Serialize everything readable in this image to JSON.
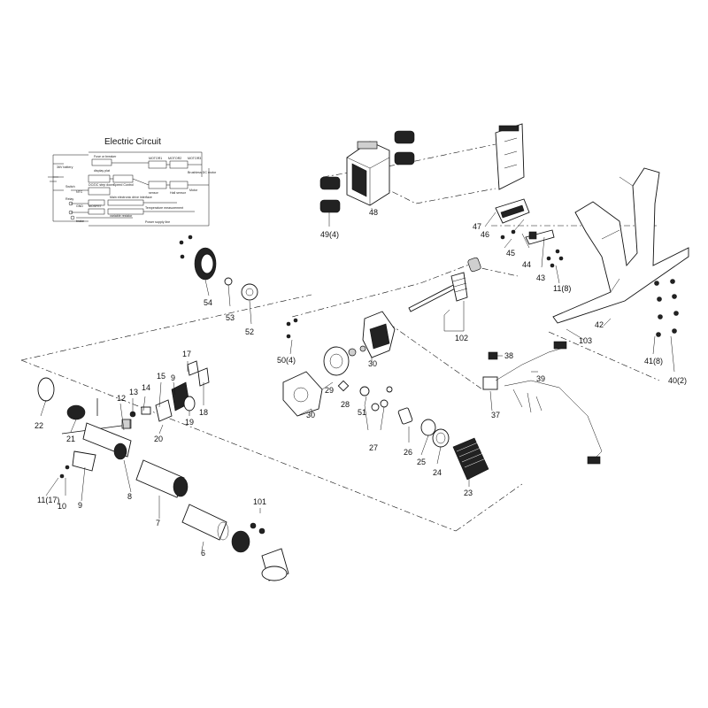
{
  "circuit": {
    "title": "Electric Circuit",
    "labels": [
      "36V battery",
      "Fuse or breaker",
      "display plat",
      "MOTOR1",
      "MOTOR2",
      "MOTOR3",
      "Brushless DC motor",
      "DC/DC step down",
      "Speed Control",
      "Main electronic drive interface",
      "Switch",
      "Relay",
      "NTC",
      "MOSFET",
      "GND",
      "variable resistor",
      "Motor",
      "sensor",
      "Hall sensor",
      "Temperature measurement",
      "brake",
      "Power supply line"
    ]
  },
  "parts": {
    "p6": "6",
    "p7": "7",
    "p8": "8",
    "p9a": "9",
    "p9b": "9",
    "p10": "10",
    "p11": "11(17)",
    "p11b": "11(8)",
    "p12": "12",
    "p13": "13",
    "p14": "14",
    "p15": "15",
    "p17": "17",
    "p18": "18",
    "p19": "19",
    "p20": "20",
    "p21": "21",
    "p22": "22",
    "p23": "23",
    "p24": "24",
    "p25": "25",
    "p26": "26",
    "p27": "27",
    "p28": "28",
    "p29": "29",
    "p30a": "30",
    "p30b": "30",
    "p37": "37",
    "p38": "38",
    "p39": "39",
    "p40": "40(2)",
    "p41": "41(8)",
    "p42": "42",
    "p43": "43",
    "p44": "44",
    "p45": "45",
    "p46": "46",
    "p47": "47",
    "p48": "48",
    "p49": "49(4)",
    "p50": "50(4)",
    "p51": "51",
    "p52": "52",
    "p53": "53",
    "p54": "54",
    "p101": "101",
    "p102": "102",
    "p103": "103"
  }
}
